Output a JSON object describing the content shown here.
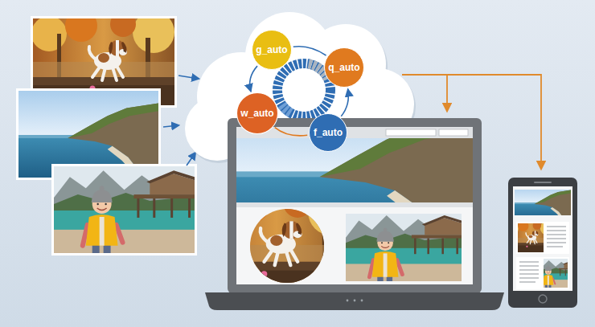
{
  "diagram": {
    "nodes": [
      {
        "text": [
          "g_auto"
        ]
      },
      {
        "text": [
          "q_auto"
        ]
      },
      {
        "text": [
          "w_auto"
        ]
      },
      {
        "text": [
          "f_auto"
        ]
      }
    ],
    "edges": [
      {
        "from": 0,
        "to": 2,
        "arrow": "to"
      },
      {
        "from": 3,
        "to": 1,
        "arrow": "to"
      },
      {
        "from": 1,
        "to": 0,
        "arrow": "none"
      },
      {
        "from": 2,
        "to": 3,
        "arrow": "none"
      }
    ]
  }
}
